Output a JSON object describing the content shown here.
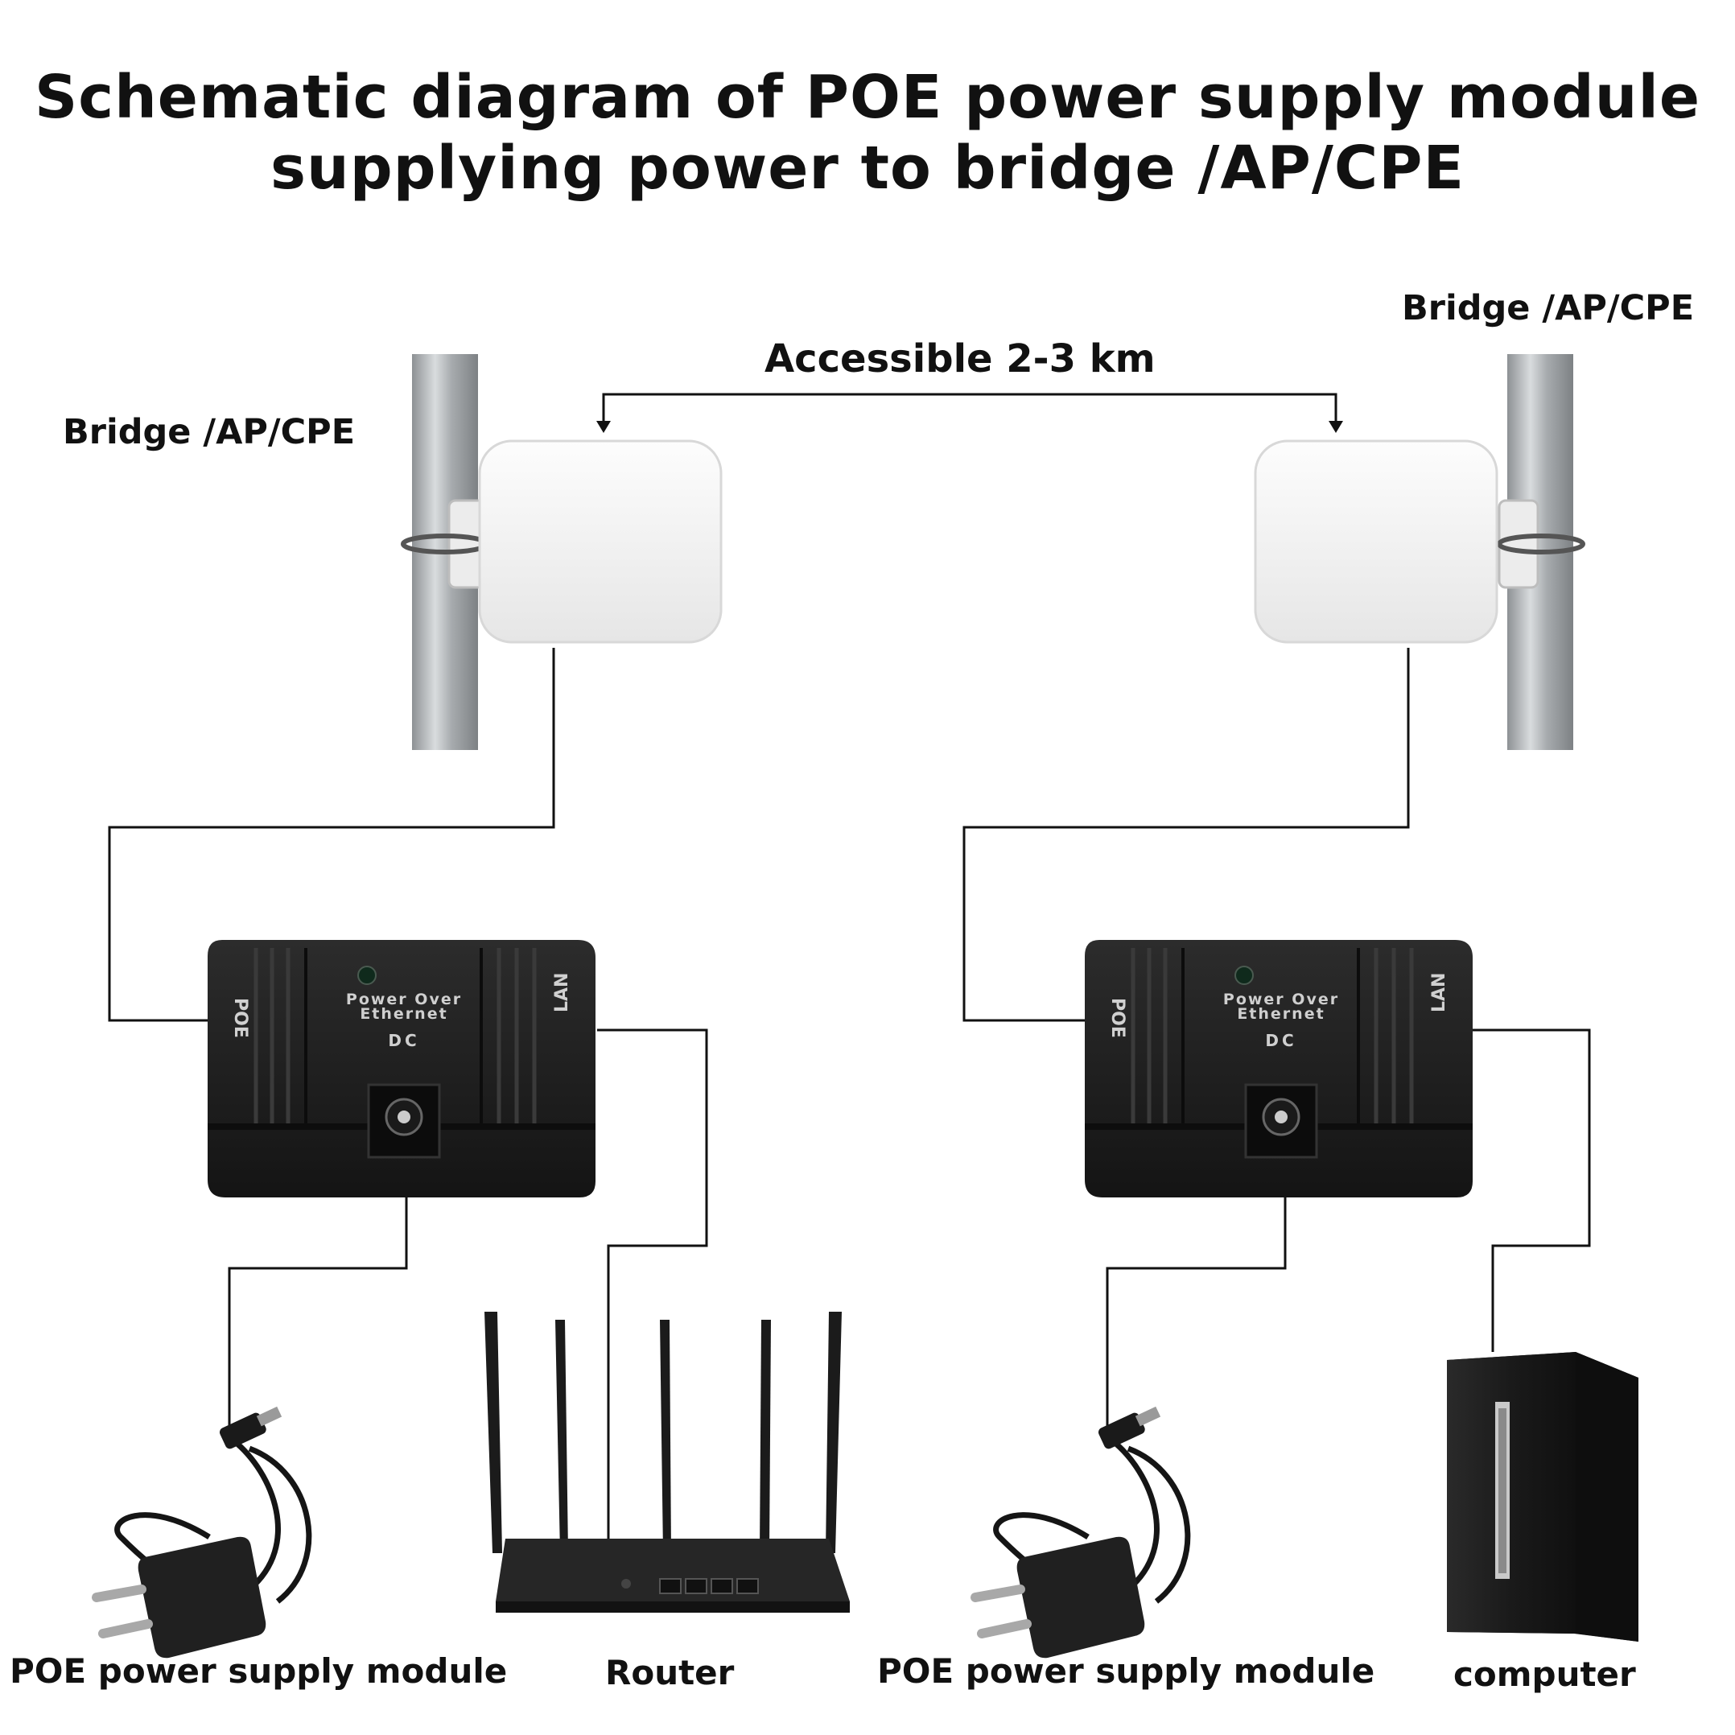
{
  "title": {
    "line1": "Schematic diagram of POE power supply module",
    "line2": "supplying power to bridge /AP/CPE"
  },
  "distance_label": "Accessible 2-3 km",
  "bridge_left_label": "Bridge /AP/CPE",
  "bridge_right_label": "Bridge /AP/CPE",
  "injector": {
    "poe_label": "POE",
    "lan_label": "LAN",
    "brand_line1": "Power Over",
    "brand_line2": "Ethernet",
    "dc_label": "DC"
  },
  "bottom_labels": {
    "poe_module_left": "POE power supply module",
    "router": "Router",
    "poe_module_right": "POE power supply module",
    "computer": "computer"
  },
  "colors": {
    "line": "#111111",
    "device_black": "#1f1f1f",
    "bridge_white": "#f4f4f4",
    "pole_metal": "#b9bcbf"
  }
}
